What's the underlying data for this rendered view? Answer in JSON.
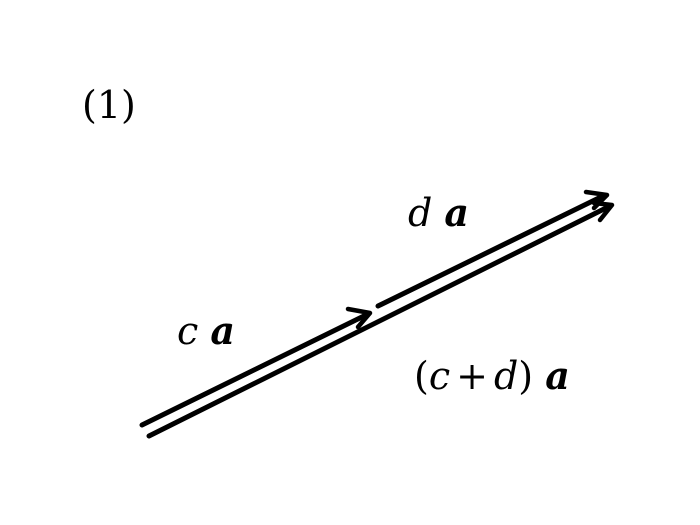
{
  "figure": {
    "number_label": "(1)"
  },
  "labels": {
    "ca": {
      "scalar": "c",
      "vector": "a"
    },
    "da": {
      "scalar": "d",
      "vector": "a"
    },
    "cda": {
      "open": "(",
      "scalar_1": "c",
      "operator": "+",
      "scalar_2": "d",
      "close": ")",
      "vector": "a"
    }
  },
  "colors": {
    "stroke": "#000000",
    "background": "#ffffff"
  }
}
